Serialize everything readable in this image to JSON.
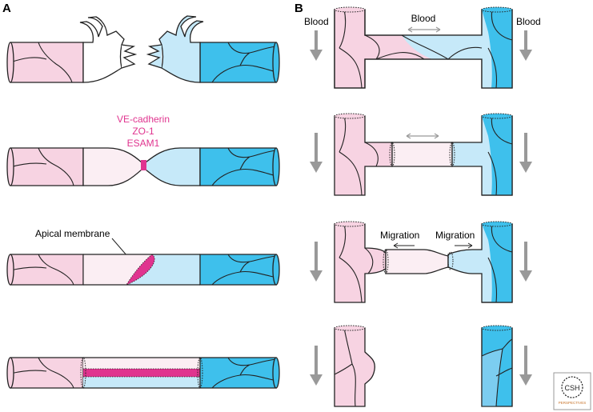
{
  "panels": {
    "a_label": "A",
    "b_label": "B"
  },
  "panel_a": {
    "junction_proteins": [
      "VE-cadherin",
      "ZO-1",
      "ESAM1"
    ],
    "apical_membrane_label": "Apical membrane"
  },
  "panel_b": {
    "blood_left": "Blood",
    "blood_center": "Blood",
    "blood_right": "Blood",
    "migration_left": "Migration",
    "migration_right": "Migration"
  },
  "logo": {
    "text_main": "CSH",
    "text_sub": "PERSPECTIVES"
  },
  "colors": {
    "pink": "#f7d3e2",
    "pink_light": "#fbeef3",
    "blue": "#3ec0ec",
    "blue_light": "#c6e9f9",
    "magenta": "#e0348f",
    "arrow_gray": "#999999",
    "outline": "#222222"
  }
}
